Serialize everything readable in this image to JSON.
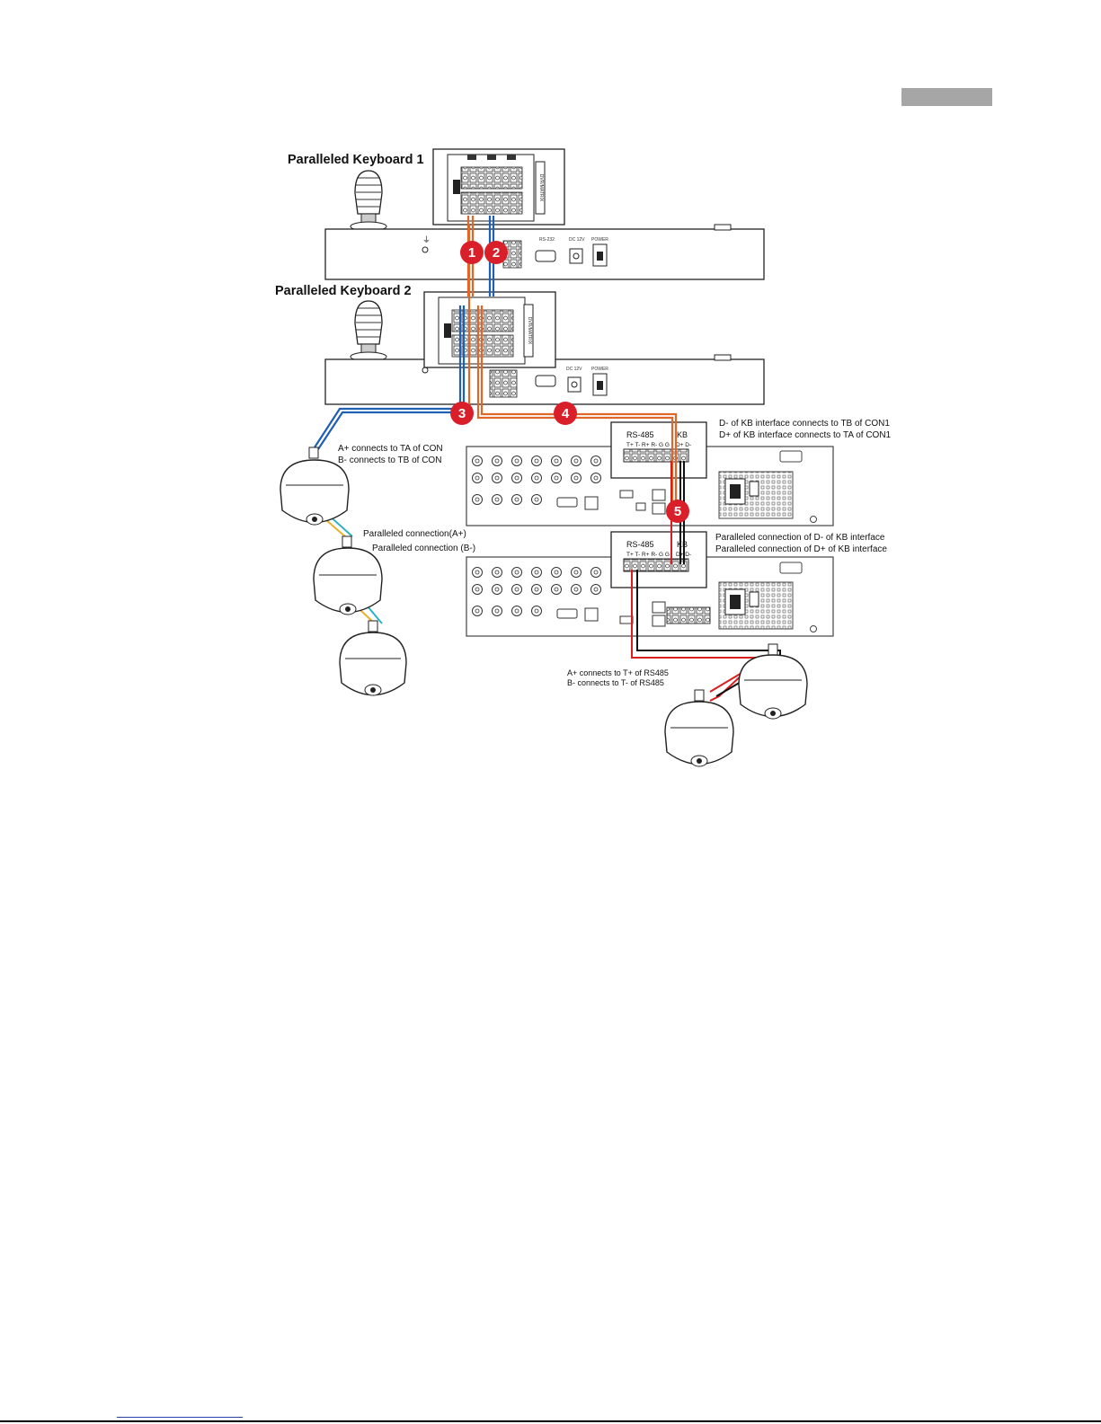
{
  "keyboards": {
    "kb1_title": "Paralleled Keyboard 1",
    "kb2_title": "Paralleled Keyboard 2",
    "module_label": "DVR/MATRIX",
    "rs232": "RS-232",
    "dc12v": "DC 12V",
    "power": "POWER"
  },
  "badges": [
    "1",
    "2",
    "3",
    "4",
    "5"
  ],
  "dvr_top": {
    "rs485": "RS-485",
    "pins": "T+ T- R+ R- G G",
    "kb": "KB",
    "kb_pins": "D+ D-",
    "note_line1": "D- of KB interface connects to TB of CON1",
    "note_line2": "D+ of KB interface connects to TA of CON1"
  },
  "dvr_bottom": {
    "rs485": "RS-485",
    "pins": "T+ T- R+ R- G G",
    "kb": "KB",
    "kb_pins": "D+ D-",
    "note_line1": "Paralleled connection of D- of KB interface",
    "note_line2": "Paralleled connection of D+ of KB interface"
  },
  "domes_left": {
    "note_line1": "A+ connects to TA of CON",
    "note_line2": "B-  connects to TB of CON",
    "parallel_a": "Paralleled connection(A+)",
    "parallel_b": "Paralleled connection (B-)"
  },
  "domes_right": {
    "note_line1": "A+ connects to T+ of RS485",
    "note_line2": "B-  connects to T- of RS485"
  },
  "colors": {
    "orange_wire": "#e0672a",
    "blue_wire": "#1f5fb4",
    "badge_red": "#d9202a",
    "red_wire": "#d81e1e",
    "black_wire": "#111111",
    "teal_wire": "#2ab1c6",
    "yellow_wire": "#e8b02a",
    "header_bar": "#a6a6a6"
  }
}
